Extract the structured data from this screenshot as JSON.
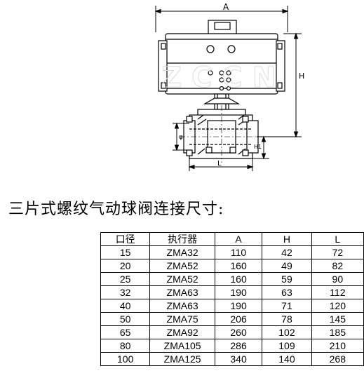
{
  "drawing": {
    "dim_a": "A",
    "dim_h": "H",
    "dim_h1": "H1",
    "dim_l": "L",
    "dim_phi": "φ",
    "watermark": "ZCCN"
  },
  "heading": "三片式螺纹气动球阀连接尺寸:",
  "table": {
    "headers": [
      "口径",
      "执行器",
      "A",
      "H",
      "L"
    ],
    "rows": [
      [
        "15",
        "ZMA32",
        "110",
        "42",
        "72"
      ],
      [
        "20",
        "ZMA52",
        "160",
        "49",
        "82"
      ],
      [
        "25",
        "ZMA52",
        "160",
        "59",
        "90"
      ],
      [
        "32",
        "ZMA63",
        "190",
        "63",
        "112"
      ],
      [
        "40",
        "ZMA63",
        "190",
        "71",
        "120"
      ],
      [
        "50",
        "ZMA75",
        "206",
        "78",
        "145"
      ],
      [
        "65",
        "ZMA92",
        "260",
        "102",
        "185"
      ],
      [
        "80",
        "ZMA105",
        "286",
        "109",
        "210"
      ],
      [
        "100",
        "ZMA125",
        "340",
        "140",
        "268"
      ]
    ]
  }
}
